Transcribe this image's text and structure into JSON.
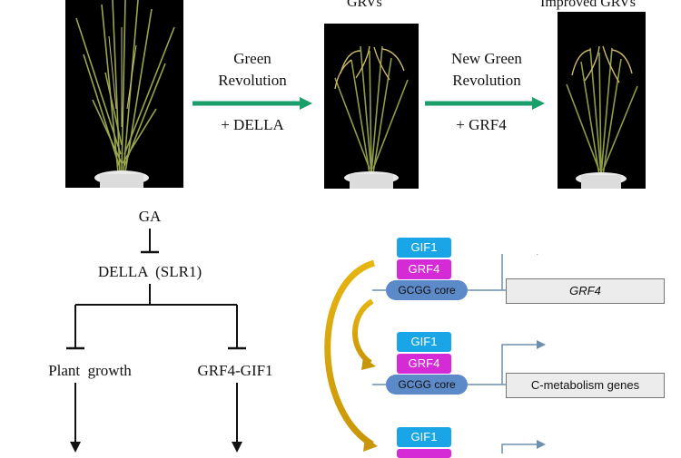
{
  "top_panel": {
    "plant_labels": [
      "GRVs",
      "Improved GRVs"
    ],
    "transition1": {
      "line1": "Green",
      "line2": "Revolution",
      "factor": "+ DELLA"
    },
    "transition2": {
      "line1": "New Green",
      "line2": "Revolution",
      "factor": "+ GRF4"
    }
  },
  "pathway": {
    "ga": "GA",
    "della": "DELLA  (SLR1)",
    "plant_growth": "Plant  growth",
    "grf4_gif1": "GRF4-GIF1"
  },
  "regulation": {
    "modules": [
      {
        "gif": "GIF1",
        "grf": "GRF4",
        "core": "GCGG core",
        "target": "GRF4"
      },
      {
        "gif": "GIF1",
        "grf": "GRF4",
        "core": "GCGG core",
        "target": "C-metabolism genes"
      },
      {
        "gif": "GIF1"
      }
    ]
  },
  "colors": {
    "arrow_green": "#1a9e6a",
    "gif_blue": "#1aa6e6",
    "grf_magenta": "#d42bd6",
    "core_blue": "#5c89c7",
    "curve_gold": "#d6a60e"
  }
}
